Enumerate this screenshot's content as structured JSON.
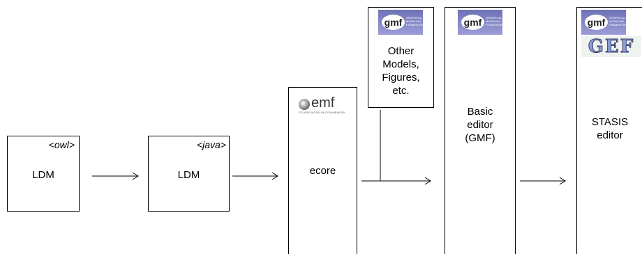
{
  "boxes": {
    "ldm_owl": {
      "tag": "<owl>",
      "label": "LDM"
    },
    "ldm_java": {
      "tag": "<java>",
      "label": "LDM"
    },
    "ecore": {
      "label": "ecore"
    },
    "other": {
      "label_lines": [
        "Other",
        "Models,",
        "Figures,",
        "etc."
      ]
    },
    "basic_editor": {
      "label_lines": [
        "Basic",
        "editor",
        "(GMF)"
      ]
    },
    "stasis_editor": {
      "label_lines": [
        "STASIS",
        "editor"
      ]
    }
  },
  "logos": {
    "emf": {
      "word": "emf",
      "sub": "ECLIPSE MODELING FRAMEWORK",
      "icon": "emf-logo-icon"
    },
    "gmf": {
      "word": "gmf",
      "sub": "GRAPHICAL MODELING FRAMEWORK",
      "icon": "gmf-logo-icon"
    },
    "gef": {
      "word": "GEF",
      "icon": "gef-logo-icon"
    }
  },
  "colors": {
    "line": "#000000",
    "gmf_band": "#7f82c4"
  }
}
